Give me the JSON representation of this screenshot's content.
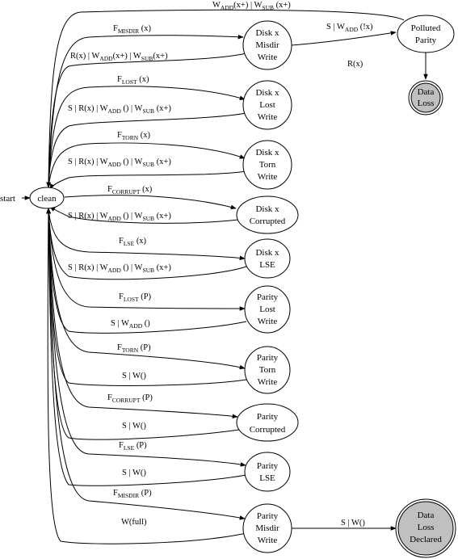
{
  "nodes": {
    "clean": {
      "label": "clean"
    },
    "start": {
      "label": "start"
    },
    "disk_misdir": {
      "lines": [
        "Disk x",
        "Misdir",
        "Write"
      ]
    },
    "disk_lost": {
      "lines": [
        "Disk x",
        "Lost",
        "Write"
      ]
    },
    "disk_torn": {
      "lines": [
        "Disk x",
        "Torn",
        "Write"
      ]
    },
    "disk_corrupted": {
      "lines": [
        "Disk x",
        "Corrupted"
      ]
    },
    "disk_lse": {
      "lines": [
        "Disk x",
        "LSE"
      ]
    },
    "parity_lost": {
      "lines": [
        "Parity",
        "Lost",
        "Write"
      ]
    },
    "parity_torn": {
      "lines": [
        "Parity",
        "Torn",
        "Write"
      ]
    },
    "parity_corrupted": {
      "lines": [
        "Parity",
        "Corrupted"
      ]
    },
    "parity_lse": {
      "lines": [
        "Parity",
        "LSE"
      ]
    },
    "parity_misdir": {
      "lines": [
        "Parity",
        "Misdir",
        "Write"
      ]
    },
    "polluted_parity": {
      "lines": [
        "Polluted",
        "Parity"
      ]
    },
    "data_loss": {
      "lines": [
        "Data",
        "Loss"
      ]
    },
    "data_loss_declared": {
      "lines": [
        "Data",
        "Loss",
        "Declared"
      ]
    }
  },
  "edge_labels": {
    "top_loop": [
      "W",
      "ADD",
      "(x+) | W",
      "SUB",
      " (x+)"
    ],
    "f_misdir_x": [
      "F",
      "MISDIR",
      " (x)"
    ],
    "r_misdir_back": [
      "R(x) | W",
      "ADD",
      "(x+) | W",
      "SUB",
      "(x+)"
    ],
    "misdir_to_polluted": [
      "S | W",
      "ADD",
      " (!x)"
    ],
    "polluted_to_loss": "R(x)",
    "f_lost_x": [
      "F",
      "LOST",
      " (x)"
    ],
    "lost_back": [
      "S | R(x) | W",
      "ADD",
      " () | W",
      "SUB",
      " (x+)"
    ],
    "f_torn_x": [
      "F",
      "TORN",
      " (x)"
    ],
    "torn_back": [
      "S | R(x) | W",
      "ADD",
      " () | W",
      "SUB",
      " (x+)"
    ],
    "f_corrupt_x": [
      "F",
      "CORRUPT",
      " (x)"
    ],
    "corrupt_back": [
      "S | R(x) | W",
      "ADD",
      " () | W",
      "SUB",
      " (x+)"
    ],
    "f_lse_x": [
      "F",
      "LSE",
      " (x)"
    ],
    "lse_back": [
      "S | R(x) | W",
      "ADD",
      " () | W",
      "SUB",
      " (x+)"
    ],
    "f_lost_p": [
      "F",
      "LOST",
      " (P)"
    ],
    "p_lost_back": [
      "S | W",
      "ADD",
      " ()"
    ],
    "f_torn_p": [
      "F",
      "TORN",
      " (P)"
    ],
    "p_torn_back": "S | W()",
    "f_corrupt_p": [
      "F",
      "CORRUPT",
      " (P)"
    ],
    "p_corrupt_back": "S | W()",
    "f_lse_p": [
      "F",
      "LSE",
      " (P)"
    ],
    "p_lse_back": "S | W()",
    "f_misdir_p": [
      "F",
      "MISDIR",
      " (P)"
    ],
    "w_full": "W(full)",
    "p_misdir_to_declared": "S | W()"
  }
}
